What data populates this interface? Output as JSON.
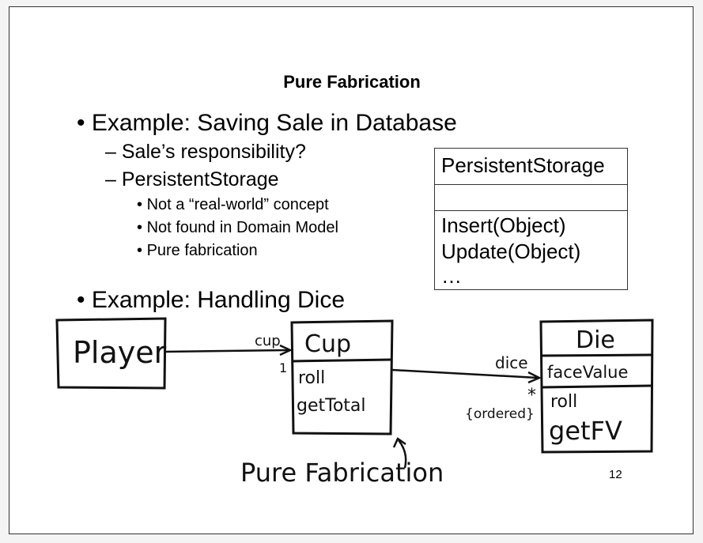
{
  "slide": {
    "title": "Pure Fabrication",
    "bullet1": "Example: Saving Sale in Database",
    "bullet1_subs": [
      "Sale’s responsibility?",
      "PersistentStorage"
    ],
    "bullet1_subsubs": [
      "Not a “real-world” concept",
      "Not found in Domain Model",
      "Pure fabrication"
    ],
    "bullet2": "Example: Handling Dice",
    "page_number": "12"
  },
  "persistent_storage_class": {
    "name": "PersistentStorage",
    "operations": [
      "Insert(Object)",
      "Update(Object)",
      "…"
    ]
  },
  "sketch": {
    "player": "Player",
    "cup": "Cup",
    "cup_ops": [
      "roll",
      "getTotal"
    ],
    "cup_role": "cup",
    "cup_mult": "1",
    "die": "Die",
    "die_attr": "faceValue",
    "die_ops": [
      "roll",
      "getFV"
    ],
    "dice_role": "dice",
    "dice_mult": "*",
    "dice_constraint": "{ordered}",
    "annotation": "Pure Fabrication"
  }
}
